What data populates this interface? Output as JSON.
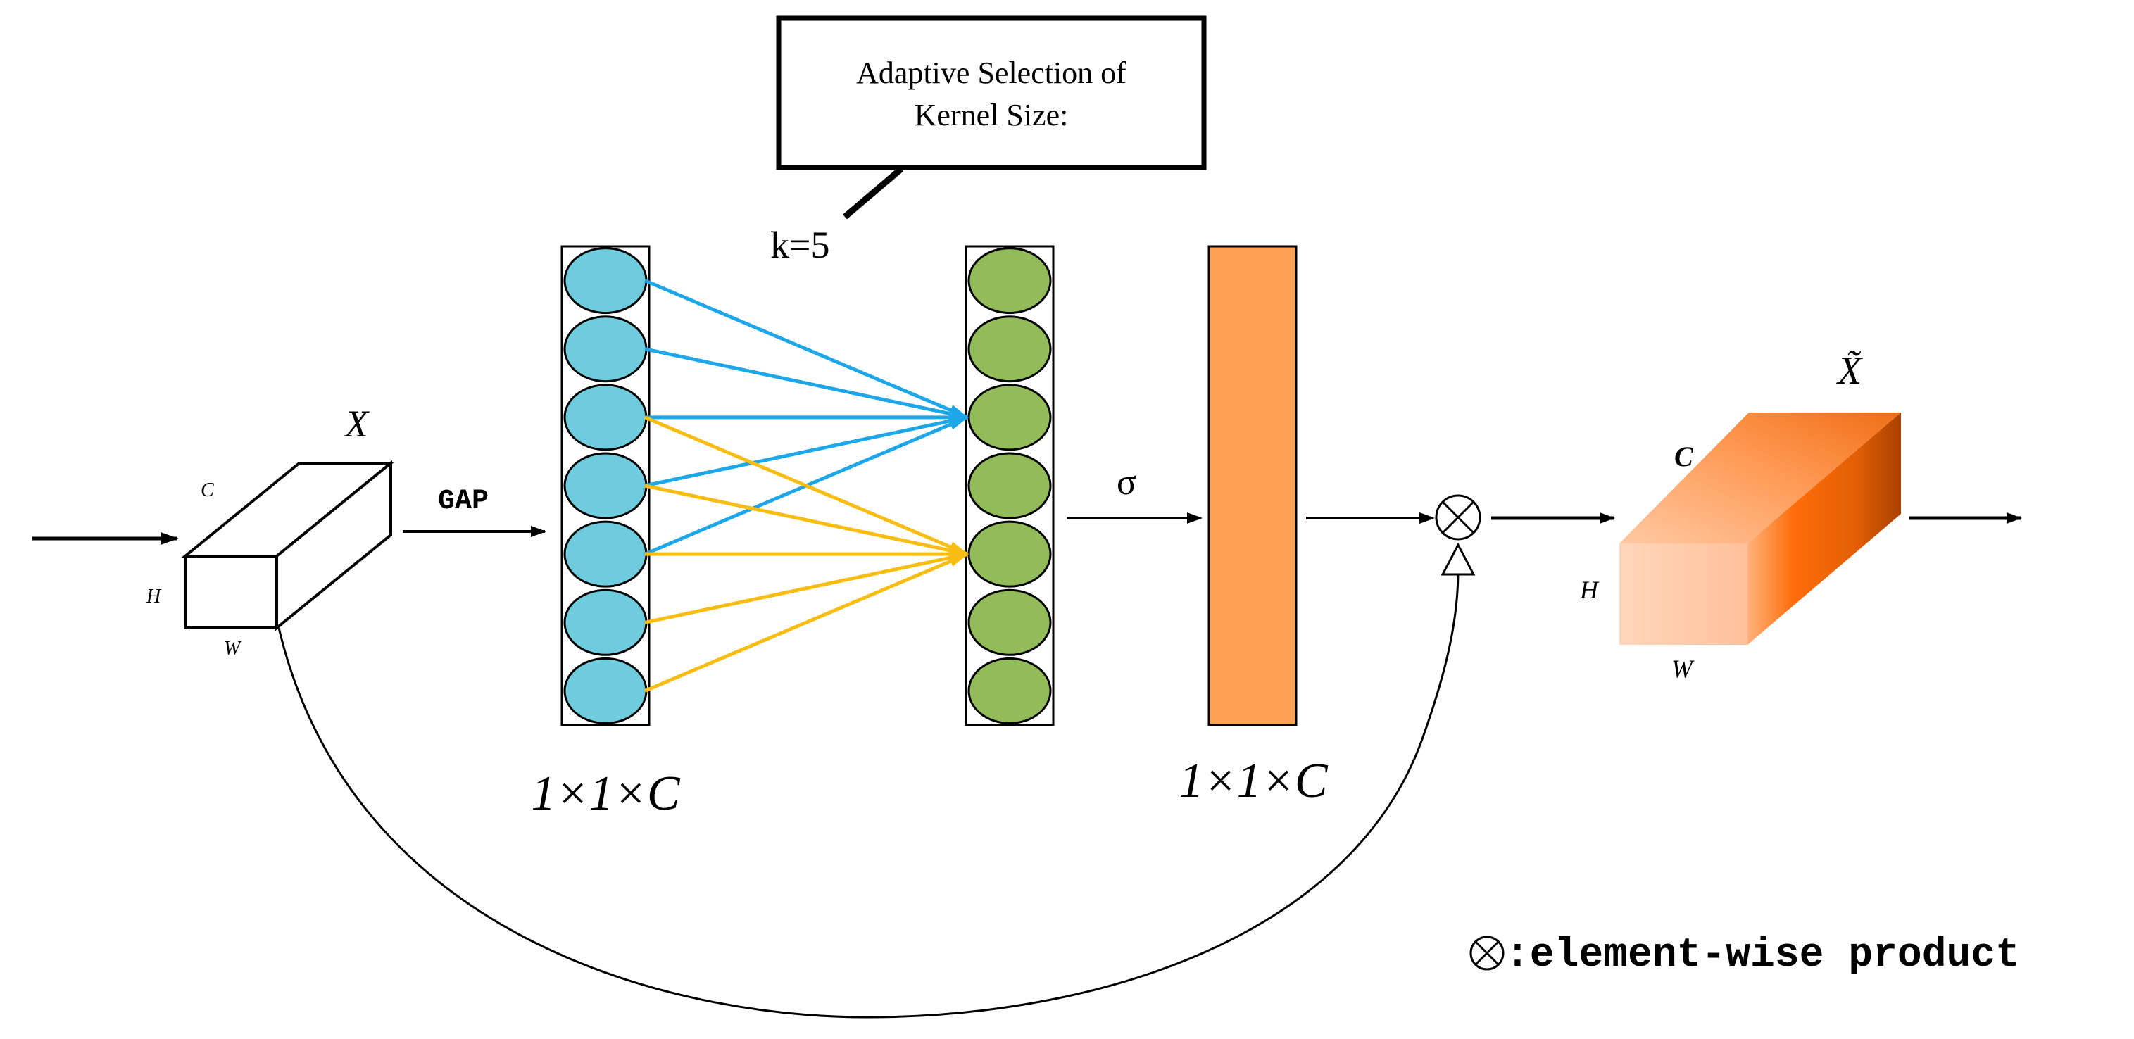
{
  "callout": {
    "line1": "Adaptive Selection of",
    "line2": "Kernel Size:",
    "k_label": "k=5"
  },
  "input_block": {
    "label": "X",
    "dim_c": "C",
    "dim_h": "H",
    "dim_w": "W"
  },
  "gap_label": "GAP",
  "sigma_label": "σ",
  "left_dim_label": "1×1×C",
  "right_dim_label": "1×1×C",
  "output_block": {
    "label": "X̃",
    "dim_c": "C",
    "dim_h": "H",
    "dim_w": "W"
  },
  "legend": {
    "text": ":element-wise product"
  },
  "colors": {
    "input_nodes": "#6ECCDD",
    "output_nodes": "#92BB5A",
    "blue_links": "#1EA7E8",
    "yellow_links": "#F7BD12",
    "sigma_bar": "#FFA052",
    "output_face_front": "#FFCBA8",
    "output_face_side": "#D85B00",
    "output_face_top": "#FF8E40"
  },
  "node_count": 7,
  "kernel_connections": [
    {
      "from": 0,
      "to": 2,
      "color": "blue"
    },
    {
      "from": 1,
      "to": 2,
      "color": "blue"
    },
    {
      "from": 2,
      "to": 2,
      "color": "blue"
    },
    {
      "from": 3,
      "to": 2,
      "color": "blue"
    },
    {
      "from": 4,
      "to": 2,
      "color": "blue"
    },
    {
      "from": 2,
      "to": 4,
      "color": "yellow"
    },
    {
      "from": 3,
      "to": 4,
      "color": "yellow"
    },
    {
      "from": 4,
      "to": 4,
      "color": "yellow"
    },
    {
      "from": 5,
      "to": 4,
      "color": "yellow"
    },
    {
      "from": 6,
      "to": 4,
      "color": "yellow"
    }
  ]
}
